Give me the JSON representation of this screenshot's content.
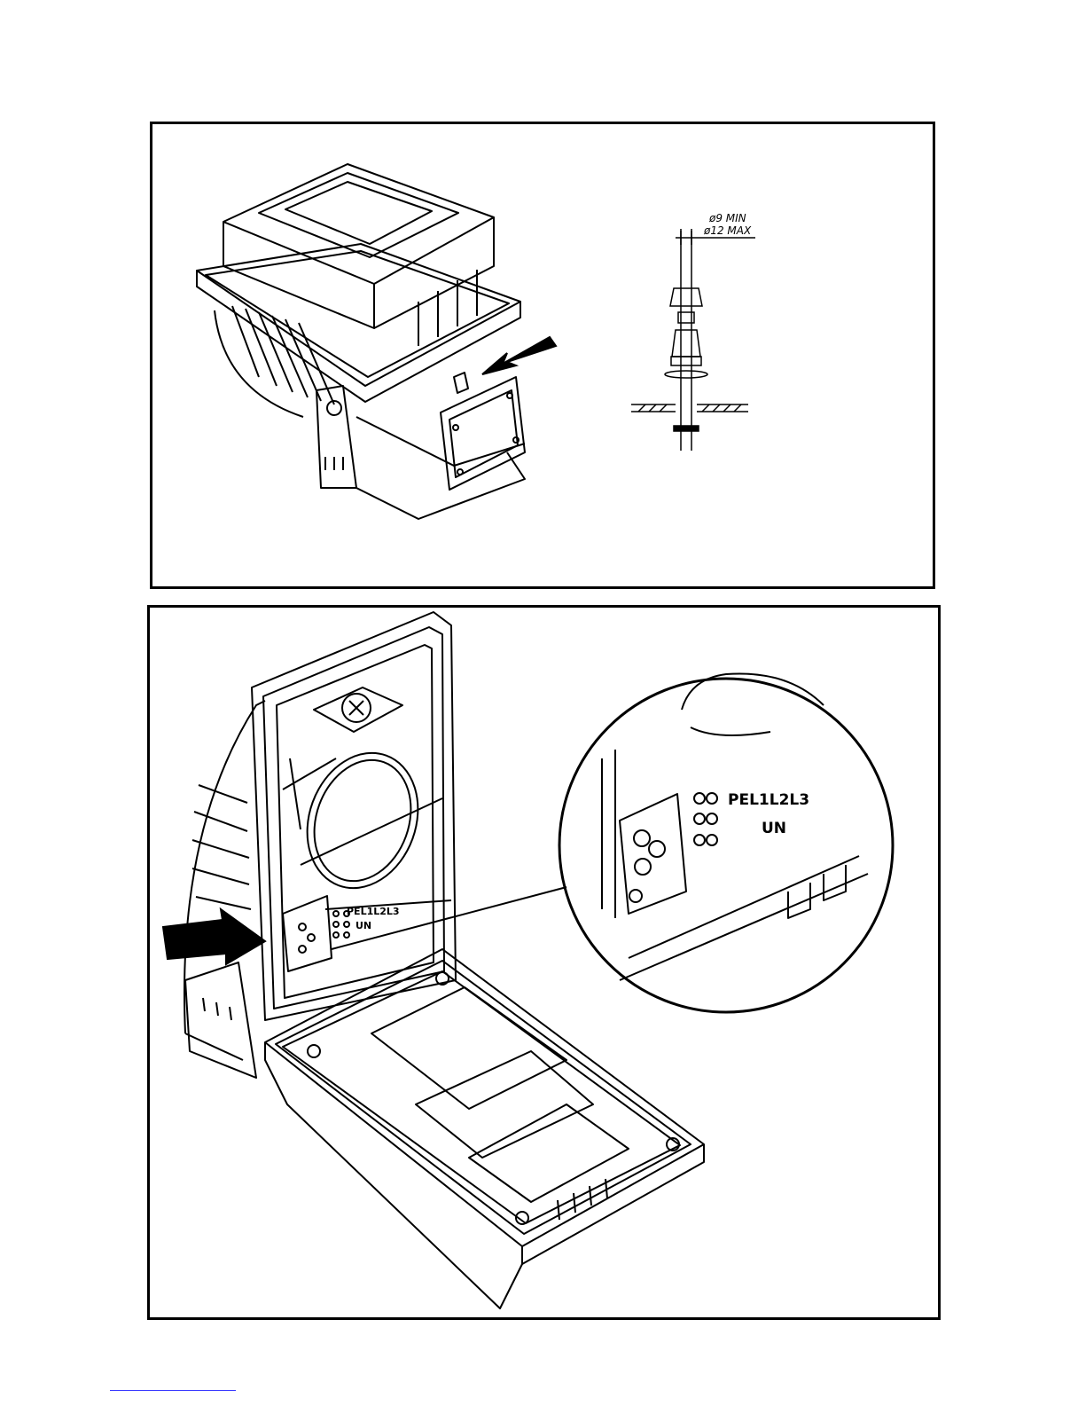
{
  "figures": {
    "top": {
      "cable_gland": {
        "dim_min": "ø9 MIN",
        "dim_max": "ø12 MAX"
      }
    },
    "bottom": {
      "terminal_label_line1": "PEL1L2L3",
      "terminal_label_line2": "UN",
      "detail_terminal_line1": "PEL1L2L3",
      "detail_terminal_line2": "UN"
    }
  },
  "colors": {
    "line": "#000000",
    "footer_link": "#3a3aff"
  }
}
